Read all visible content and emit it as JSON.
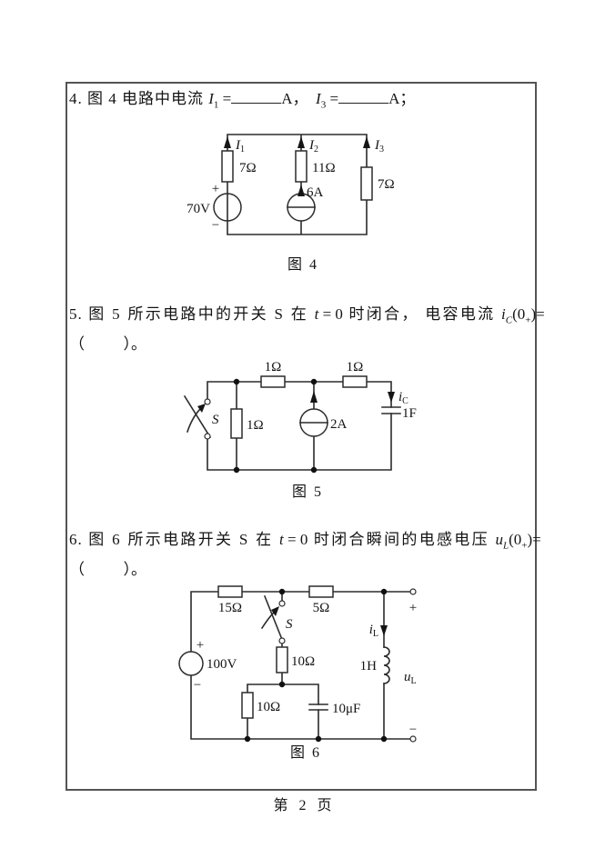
{
  "page": {
    "footer_text": "第   2   页"
  },
  "questions": {
    "q4": {
      "number": "4.",
      "lead": " 图 4 电路中电流 ",
      "i1_main": "I",
      "i1_sub": "1",
      "eq1": " =",
      "unit1": "A，  ",
      "i3_main": "I",
      "i3_sub": "3",
      "eq2": " =",
      "unit2": "A；"
    },
    "q5": {
      "number": "5.",
      "seg1": " 图 5 所示电路中的开关 S 在 ",
      "t": "t",
      "eq": " = 0",
      "seg2": " 时闭合， 电容电流 ",
      "var_main": "i",
      "var_sub": "C",
      "tail_open": "(0",
      "tail_sub": "+",
      "tail_close": ")=",
      "line2": "（          ）。"
    },
    "q6": {
      "number": "6.",
      "seg1": " 图 6 所示电路开关 S 在 ",
      "t": "t",
      "eq": " = 0",
      "seg2": " 时闭合瞬间的电感电压 ",
      "var_main": "u",
      "var_sub": "L",
      "tail_open": "(0",
      "tail_sub": "+",
      "tail_close": ")=",
      "line2": "（          ）。"
    }
  },
  "figures": {
    "fig4": {
      "caption": "图 4",
      "i1_main": "I",
      "i1_sub": "1",
      "i2_main": "I",
      "i2_sub": "2",
      "i3_main": "I",
      "i3_sub": "3",
      "r1": "7Ω",
      "r2": "11Ω",
      "r3": "7Ω",
      "src_v": "70V",
      "plus": "+",
      "minus": "−",
      "src_i": "6A"
    },
    "fig5": {
      "caption": "图 5",
      "sw": "S",
      "r_top1": "1Ω",
      "r_top2": "1Ω",
      "r_left": "1Ω",
      "cs": "2A",
      "ic_main": "i",
      "ic_sub": "C",
      "cap_val": "1F"
    },
    "fig6": {
      "caption": "图 6",
      "r15": "15Ω",
      "r5": "5Ω",
      "sw": "S",
      "r10_mid": "10Ω",
      "r10_low": "10Ω",
      "cap_val": "10μF",
      "vs": "100V",
      "plus": "+",
      "minus": "−",
      "il_main": "i",
      "il_sub": "L",
      "ind": "1H",
      "ul_main": "u",
      "ul_sub": "L",
      "tplus": "+",
      "tminus": "−"
    }
  }
}
